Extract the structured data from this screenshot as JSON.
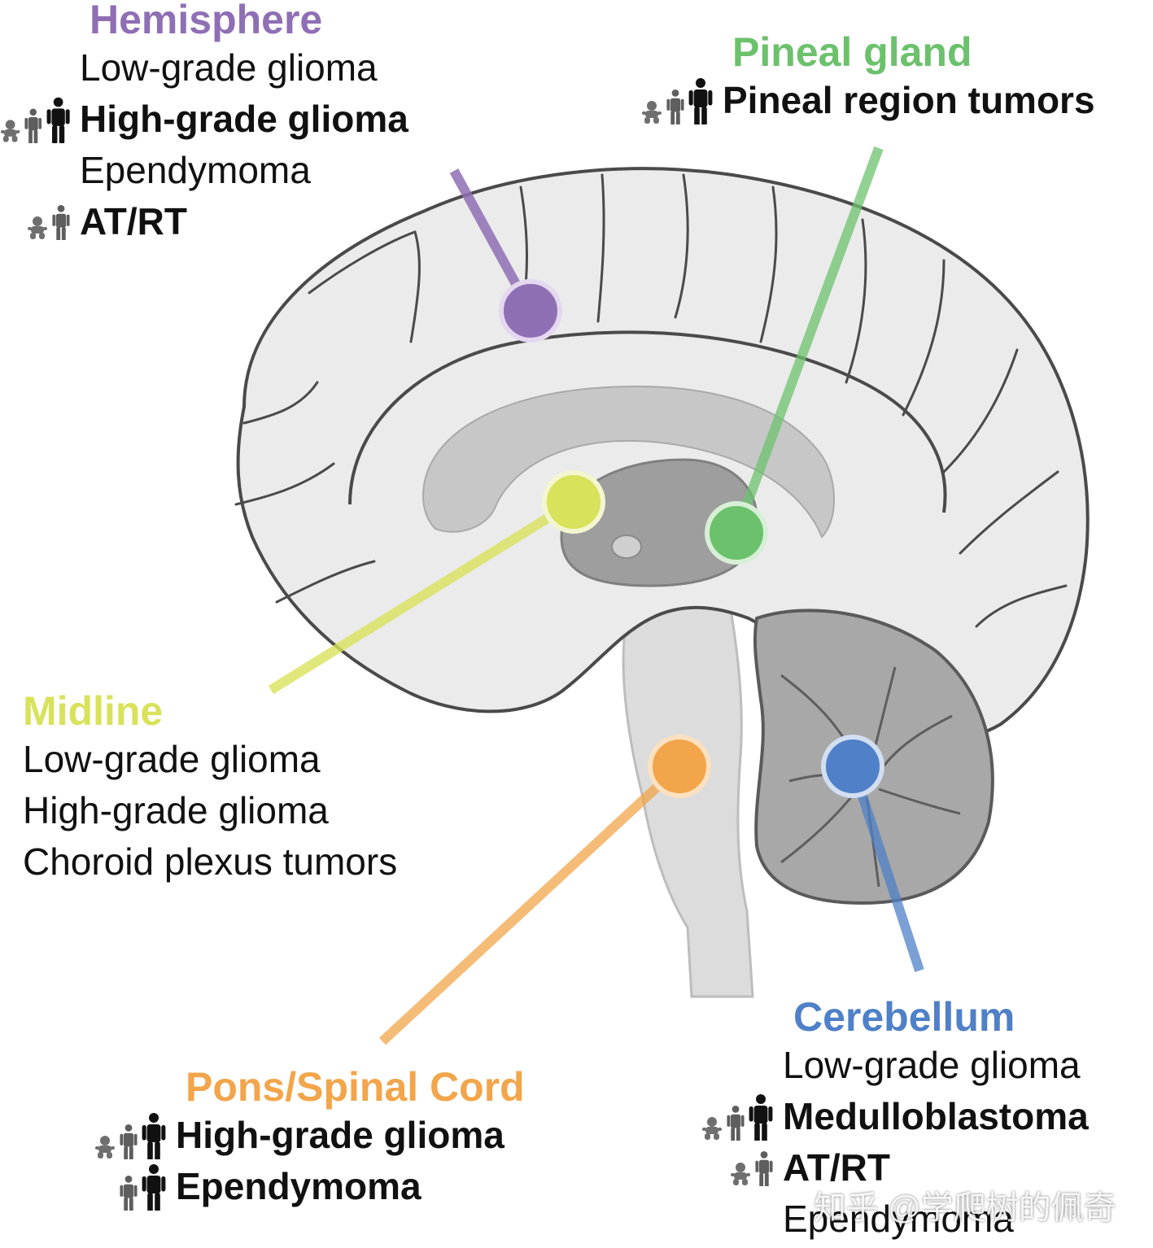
{
  "regions": {
    "hemisphere": {
      "title": "Hemisphere",
      "color": "#8f6fb4",
      "entries": [
        {
          "text": "Low-grade glioma",
          "bold": false,
          "ages": []
        },
        {
          "text": "High-grade glioma",
          "bold": true,
          "ages": [
            "infant",
            "child",
            "adult"
          ]
        },
        {
          "text": "Ependymoma",
          "bold": false,
          "ages": []
        },
        {
          "text": "AT/RT",
          "bold": true,
          "ages": [
            "infant",
            "child"
          ]
        }
      ]
    },
    "pineal": {
      "title": "Pineal gland",
      "color": "#6cc16c",
      "entries": [
        {
          "text": "Pineal region tumors",
          "bold": true,
          "ages": [
            "infant",
            "child",
            "adult"
          ]
        }
      ]
    },
    "midline": {
      "title": "Midline",
      "color": "#d8e25a",
      "entries": [
        {
          "text": "Low-grade glioma",
          "bold": false,
          "ages": []
        },
        {
          "text": "High-grade glioma",
          "bold": false,
          "ages": []
        },
        {
          "text": "Choroid plexus tumors",
          "bold": false,
          "ages": []
        }
      ]
    },
    "pons": {
      "title": "Pons/Spinal Cord",
      "color": "#f2a54a",
      "entries": [
        {
          "text": "High-grade glioma",
          "bold": true,
          "ages": [
            "infant",
            "child",
            "adult"
          ]
        },
        {
          "text": "Ependymoma",
          "bold": true,
          "ages": [
            "child",
            "adult"
          ]
        }
      ]
    },
    "cerebellum": {
      "title": "Cerebellum",
      "color": "#4f80c8",
      "entries": [
        {
          "text": "Low-grade glioma",
          "bold": false,
          "ages": []
        },
        {
          "text": "Medulloblastoma",
          "bold": true,
          "ages": [
            "infant",
            "child",
            "adult"
          ]
        },
        {
          "text": "AT/RT",
          "bold": true,
          "ages": [
            "infant",
            "child"
          ]
        },
        {
          "text": "Ependymoma",
          "bold": false,
          "ages": []
        }
      ]
    }
  },
  "watermark": "知乎 @学爬树的佩奇",
  "icons": {
    "infant": "infant-icon",
    "child": "child-icon",
    "adult": "adult-icon"
  }
}
